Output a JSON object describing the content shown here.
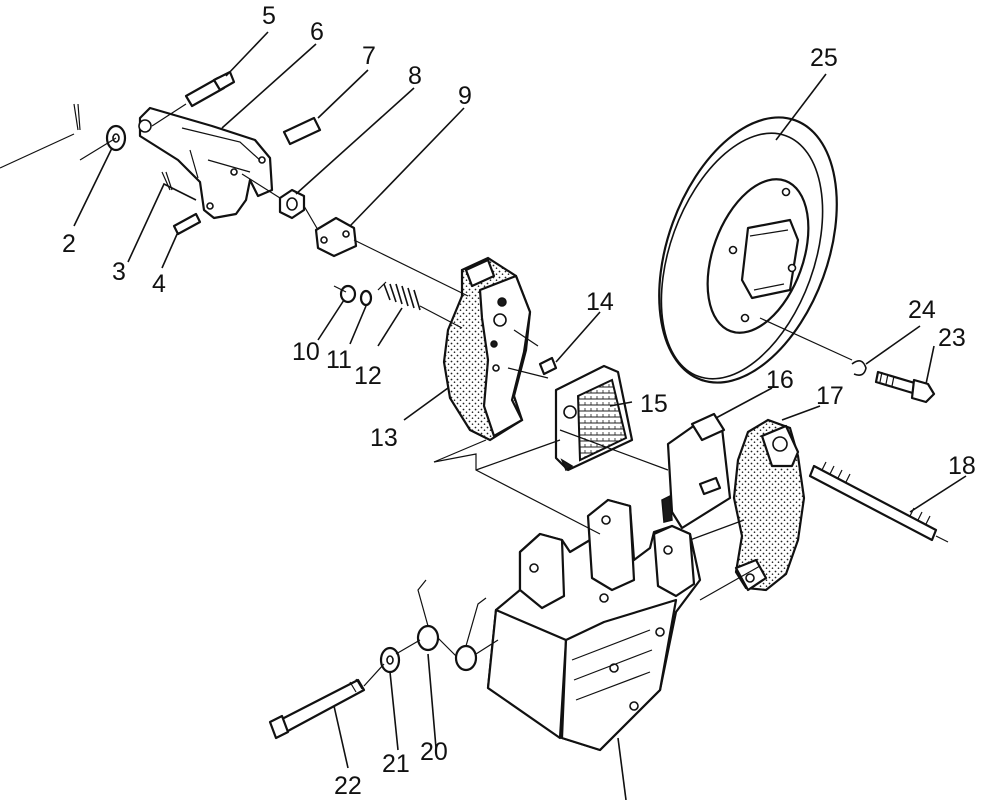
{
  "callouts": [
    {
      "id": "p2",
      "label": "2"
    },
    {
      "id": "p3",
      "label": "3"
    },
    {
      "id": "p4",
      "label": "4"
    },
    {
      "id": "p5",
      "label": "5"
    },
    {
      "id": "p6",
      "label": "6"
    },
    {
      "id": "p7",
      "label": "7"
    },
    {
      "id": "p8",
      "label": "8"
    },
    {
      "id": "p9",
      "label": "9"
    },
    {
      "id": "p10",
      "label": "10"
    },
    {
      "id": "p11",
      "label": "11"
    },
    {
      "id": "p12",
      "label": "12"
    },
    {
      "id": "p13",
      "label": "13"
    },
    {
      "id": "p14",
      "label": "14"
    },
    {
      "id": "p15",
      "label": "15"
    },
    {
      "id": "p16",
      "label": "16"
    },
    {
      "id": "p17",
      "label": "17"
    },
    {
      "id": "p18",
      "label": "18"
    },
    {
      "id": "p20",
      "label": "20"
    },
    {
      "id": "p21",
      "label": "21"
    },
    {
      "id": "p22",
      "label": "22"
    },
    {
      "id": "p23",
      "label": "23"
    },
    {
      "id": "p24",
      "label": "24"
    },
    {
      "id": "p25",
      "label": "25"
    }
  ]
}
